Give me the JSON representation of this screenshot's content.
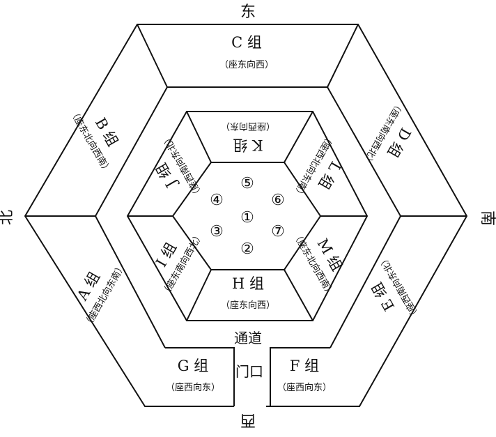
{
  "directions": {
    "east": "东",
    "west": "西",
    "south": "南",
    "north": "北"
  },
  "outer_groups": [
    {
      "id": "A",
      "title": "A 组",
      "seat": "（座西北向东南）"
    },
    {
      "id": "B",
      "title": "B 组",
      "seat": "（座东北向西南）"
    },
    {
      "id": "C",
      "title": "C 组",
      "seat": "（座东向西）"
    },
    {
      "id": "D",
      "title": "D 组",
      "seat": "（座东南向西北）"
    },
    {
      "id": "E",
      "title": "E 组",
      "seat": "（座西南向东北）"
    },
    {
      "id": "F",
      "title": "F 组",
      "seat": "（座西向东）"
    },
    {
      "id": "G",
      "title": "G 组",
      "seat": "（座西向东）"
    }
  ],
  "inner_groups": [
    {
      "id": "H",
      "title": "H 组",
      "seat": "（座东向西）"
    },
    {
      "id": "I",
      "title": "I 组",
      "seat": "（座东南向西北）"
    },
    {
      "id": "J",
      "title": "J 组",
      "seat": "（座西南向东北）"
    },
    {
      "id": "K",
      "title": "K 组",
      "seat": "（座西向东）"
    },
    {
      "id": "L",
      "title": "L 组",
      "seat": "（座西北向东南）"
    },
    {
      "id": "M",
      "title": "M 组",
      "seat": "（座东北向西南）"
    }
  ],
  "center_seats": [
    "①",
    "②",
    "③",
    "④",
    "⑤",
    "⑥",
    "⑦"
  ],
  "passage": "通道",
  "door": "门口"
}
